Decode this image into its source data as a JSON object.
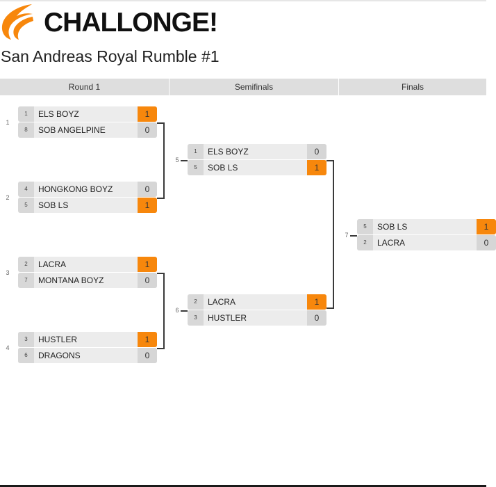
{
  "header": {
    "brand": "CHALLONGE!",
    "logo_icon": "challonge-flame-logo",
    "accent": "#f7870c"
  },
  "tournament": {
    "title": "San Andreas Royal Rumble #1"
  },
  "rounds": [
    {
      "label": "Round 1"
    },
    {
      "label": "Semifinals"
    },
    {
      "label": "Finals"
    }
  ],
  "matches": [
    {
      "number": "1",
      "p1": {
        "seed": "1",
        "name": "ELS BOYZ",
        "score": "1"
      },
      "p2": {
        "seed": "8",
        "name": "SOB ANGELPINE",
        "score": "0"
      }
    },
    {
      "number": "2",
      "p1": {
        "seed": "4",
        "name": "HONGKONG BOYZ",
        "score": "0"
      },
      "p2": {
        "seed": "5",
        "name": "SOB LS",
        "score": "1"
      }
    },
    {
      "number": "3",
      "p1": {
        "seed": "2",
        "name": "LACRA",
        "score": "1"
      },
      "p2": {
        "seed": "7",
        "name": "MONTANA BOYZ",
        "score": "0"
      }
    },
    {
      "number": "4",
      "p1": {
        "seed": "3",
        "name": "HUSTLER",
        "score": "1"
      },
      "p2": {
        "seed": "6",
        "name": "DRAGONS",
        "score": "0"
      }
    },
    {
      "number": "5",
      "p1": {
        "seed": "1",
        "name": "ELS BOYZ",
        "score": "0"
      },
      "p2": {
        "seed": "5",
        "name": "SOB LS",
        "score": "1"
      }
    },
    {
      "number": "6",
      "p1": {
        "seed": "2",
        "name": "LACRA",
        "score": "1"
      },
      "p2": {
        "seed": "3",
        "name": "HUSTLER",
        "score": "0"
      }
    },
    {
      "number": "7",
      "p1": {
        "seed": "5",
        "name": "SOB LS",
        "score": "1"
      },
      "p2": {
        "seed": "2",
        "name": "LACRA",
        "score": "0"
      }
    }
  ]
}
